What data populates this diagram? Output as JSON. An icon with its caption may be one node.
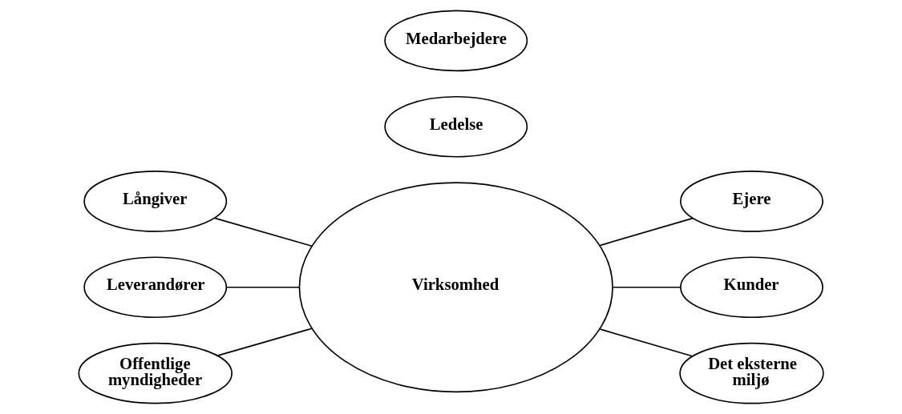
{
  "diagram": {
    "nodes": [
      {
        "text": [
          "Virksomhed"
        ]
      },
      {
        "text": [
          "Långiver"
        ]
      },
      {
        "text": [
          "Ledelse"
        ]
      },
      {
        "text": [
          "Ejere"
        ]
      },
      {
        "text": [
          "Leverandører"
        ]
      },
      {
        "text": [
          "Kunder"
        ]
      },
      {
        "text": [
          "Offentlige myndigheder"
        ]
      },
      {
        "text": [
          "Medarbejdere"
        ]
      },
      {
        "text": [
          "Det eksterne miljø"
        ]
      }
    ],
    "edges": [
      {
        "from": 1,
        "to": 0,
        "arrow": "none"
      },
      {
        "from": 0,
        "to": 3,
        "arrow": "none"
      },
      {
        "from": 4,
        "to": 0,
        "arrow": "none"
      },
      {
        "from": 0,
        "to": 5,
        "arrow": "none"
      },
      {
        "from": 6,
        "to": 0,
        "arrow": "none"
      },
      {
        "from": 0,
        "to": 8,
        "arrow": "none"
      }
    ]
  }
}
